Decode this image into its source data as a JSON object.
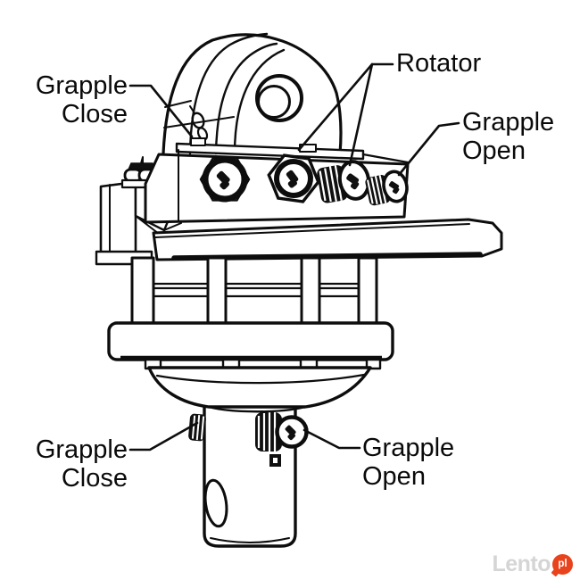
{
  "callouts": {
    "top_left": {
      "line1": "Grapple",
      "line2": "Close"
    },
    "rotator": {
      "text": "Rotator"
    },
    "right": {
      "line1": "Grapple",
      "line2": "Open"
    },
    "bottom_left": {
      "line1": "Grapple",
      "line2": "Close"
    },
    "bottom_right": {
      "line1": "Grapple",
      "line2": "Open"
    }
  },
  "watermark": {
    "brand": "Lento",
    "badge": "pl"
  },
  "colors": {
    "background": "#ffffff",
    "line": "#0d0d0d",
    "label_text": "#0a0a0a",
    "watermark_text": "#d5d5d5",
    "watermark_badge_bg": "#e8431c",
    "watermark_badge_text": "#ffffff"
  }
}
